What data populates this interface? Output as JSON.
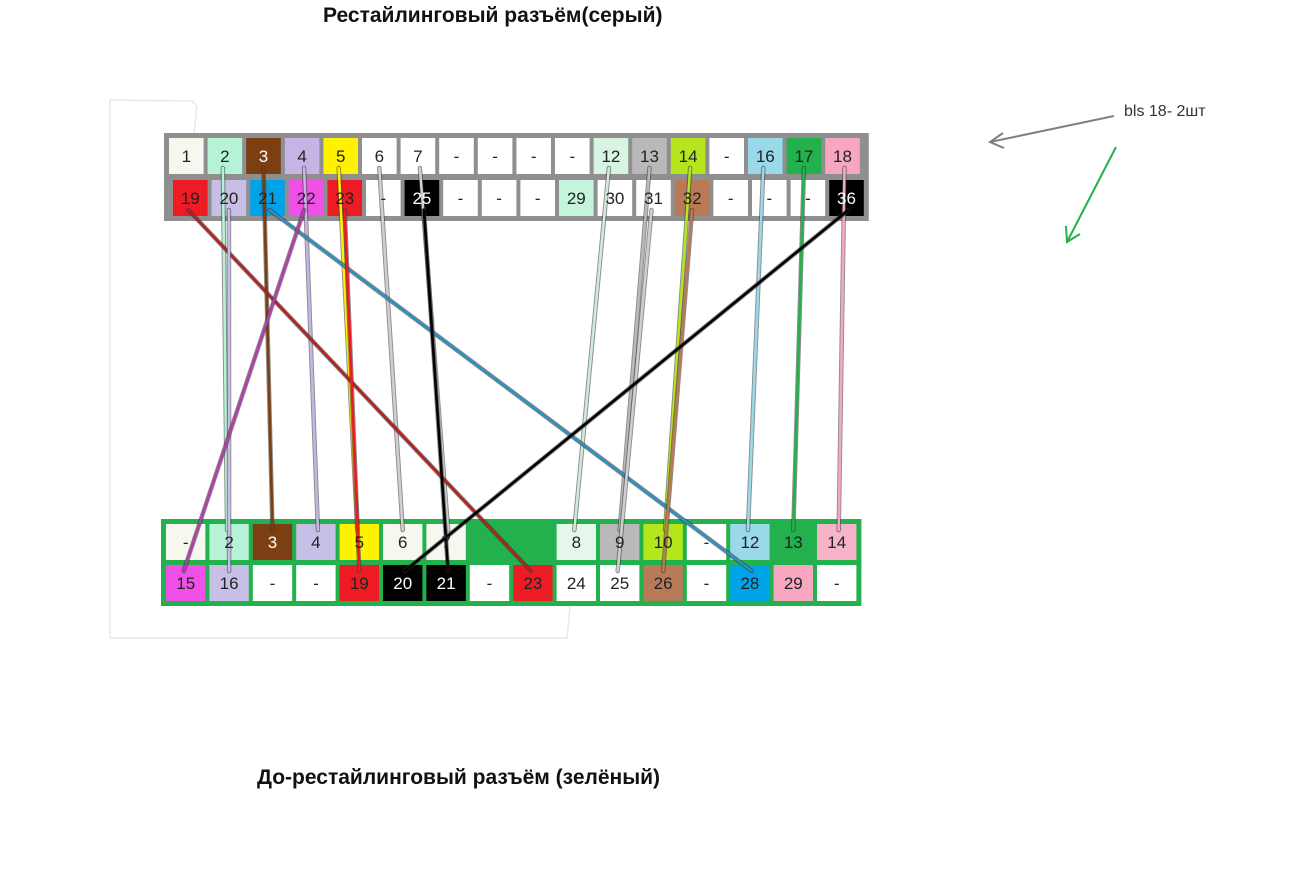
{
  "title_top": "Рестайлинговый разъём(серый)",
  "title_bottom": "До-рестайлинговый разъём (зелёный)",
  "note": "bls  18- 2шт",
  "colors": {
    "gray_frame": "#8f8f8f",
    "green_frame": "#22b14c",
    "note_arrow": "#7f7f7f",
    "green_arrow": "#22b14c"
  },
  "gray_connector": {
    "row1": [
      {
        "label": "1",
        "color": "#f7f7f0"
      },
      {
        "label": "2",
        "color": "#b5f2d6"
      },
      {
        "label": "3",
        "color": "#7b3f11"
      },
      {
        "label": "4",
        "color": "#c6b4e4"
      },
      {
        "label": "5",
        "color": "#fff200"
      },
      {
        "label": "6",
        "color": "#ffffff"
      },
      {
        "label": "7",
        "color": "#ffffff"
      },
      {
        "label": "-",
        "color": "#ffffff"
      },
      {
        "label": "-",
        "color": "#ffffff"
      },
      {
        "label": "-",
        "color": "#ffffff"
      },
      {
        "label": "-",
        "color": "#ffffff"
      },
      {
        "label": "12",
        "color": "#d8f5e3"
      },
      {
        "label": "13",
        "color": "#b9b9b9"
      },
      {
        "label": "14",
        "color": "#b5e61d"
      },
      {
        "label": "-",
        "color": "#ffffff"
      },
      {
        "label": "16",
        "color": "#99d9ea"
      },
      {
        "label": "17",
        "color": "#22b14c"
      },
      {
        "label": "18",
        "color": "#f7a8c0"
      }
    ],
    "row2": [
      {
        "label": "19",
        "color": "#ed1c24"
      },
      {
        "label": "20",
        "color": "#c8bfe7"
      },
      {
        "label": "21",
        "color": "#00a2e8"
      },
      {
        "label": "22",
        "color": "#f04fe8"
      },
      {
        "label": "23",
        "color": "#ed1c24"
      },
      {
        "label": "-",
        "color": "#ffffff"
      },
      {
        "label": "25",
        "color": "#000000"
      },
      {
        "label": "-",
        "color": "#ffffff"
      },
      {
        "label": "-",
        "color": "#ffffff"
      },
      {
        "label": "-",
        "color": "#ffffff"
      },
      {
        "label": "29",
        "color": "#c4f5dc"
      },
      {
        "label": "30",
        "color": "#ffffff"
      },
      {
        "label": "31",
        "color": "#ffffff"
      },
      {
        "label": "32",
        "color": "#b97a57"
      },
      {
        "label": "-",
        "color": "#ffffff"
      },
      {
        "label": "-",
        "color": "#ffffff"
      },
      {
        "label": "-",
        "color": "#ffffff"
      },
      {
        "label": "36",
        "color": "#000000"
      }
    ]
  },
  "green_connector": {
    "row1": [
      {
        "label": "-",
        "color": "#f7f7f0"
      },
      {
        "label": "2",
        "color": "#b5f2d6"
      },
      {
        "label": "3",
        "color": "#7b3f11"
      },
      {
        "label": "4",
        "color": "#c8bfe7"
      },
      {
        "label": "5",
        "color": "#fff200"
      },
      {
        "label": "6",
        "color": "#f7f7f0"
      },
      {
        "label": "7",
        "color": "#f7f7f0"
      },
      {
        "label": "",
        "color": "#22b14c"
      },
      {
        "label": "",
        "color": "#22b14c"
      },
      {
        "label": "8",
        "color": "#e4f7ea"
      },
      {
        "label": "9",
        "color": "#b9b9b9"
      },
      {
        "label": "10",
        "color": "#b5e61d"
      },
      {
        "label": "-",
        "color": "#ffffff"
      },
      {
        "label": "12",
        "color": "#99d9ea"
      },
      {
        "label": "13",
        "color": "#22b14c"
      },
      {
        "label": "14",
        "color": "#f7b4c8"
      }
    ],
    "row2": [
      {
        "label": "15",
        "color": "#f04fe8"
      },
      {
        "label": "16",
        "color": "#c8bfe7"
      },
      {
        "label": "-",
        "color": "#ffffff"
      },
      {
        "label": "-",
        "color": "#ffffff"
      },
      {
        "label": "19",
        "color": "#ed1c24"
      },
      {
        "label": "20",
        "color": "#000000"
      },
      {
        "label": "21",
        "color": "#000000"
      },
      {
        "label": "-",
        "color": "#ffffff"
      },
      {
        "label": "23",
        "color": "#ed1c24"
      },
      {
        "label": "24",
        "color": "#ffffff"
      },
      {
        "label": "25",
        "color": "#ffffff"
      },
      {
        "label": "26",
        "color": "#b97a57"
      },
      {
        "label": "-",
        "color": "#ffffff"
      },
      {
        "label": "28",
        "color": "#00a2e8"
      },
      {
        "label": "29",
        "color": "#f7a8c0"
      },
      {
        "label": "-",
        "color": "#ffffff"
      }
    ]
  },
  "wires": [
    {
      "from": "row1.1",
      "to": "row1.1",
      "color": "#b5f2d6"
    },
    {
      "from": "row1.2",
      "to": "row1.2",
      "color": "#7b3f11"
    },
    {
      "from": "row1.3",
      "to": "row1.3",
      "color": "#c6b4e4"
    },
    {
      "from": "row1.4",
      "to": "row1.4",
      "color": "#fff200"
    },
    {
      "from": "row1.5",
      "to": "row1.5",
      "color": "#cfcfcf"
    },
    {
      "from": "row1.6",
      "to": "row1.6",
      "color": "#cfcfcf"
    },
    {
      "from": "row1.11",
      "to": "row1.9",
      "color": "#d0ecd8"
    },
    {
      "from": "row1.12",
      "to": "row1.10",
      "color": "#b9b9b9"
    },
    {
      "from": "row1.13",
      "to": "row1.11",
      "color": "#b5e61d"
    },
    {
      "from": "row1.15",
      "to": "row1.13",
      "color": "#99d9ea"
    },
    {
      "from": "row1.16",
      "to": "row1.14",
      "color": "#22b14c"
    },
    {
      "from": "row1.17",
      "to": "row1.15",
      "color": "#f7a8c0"
    },
    {
      "from": "row2.0",
      "to": "row2.8",
      "color": "#b22222"
    },
    {
      "from": "row2.1",
      "to": "row2.1",
      "color": "#c8bfe7"
    },
    {
      "from": "row2.2",
      "to": "row2.13",
      "color": "#2f8fbf"
    },
    {
      "from": "row2.3",
      "to": "row2.0",
      "color": "#b040a8"
    },
    {
      "from": "row2.4",
      "to": "row2.4",
      "color": "#ed1c24"
    },
    {
      "from": "row2.6",
      "to": "row2.6",
      "color": "#000000"
    },
    {
      "from": "row2.12",
      "to": "row2.10",
      "color": "#cfcfcf"
    },
    {
      "from": "row2.13",
      "to": "row2.11",
      "color": "#b97a57"
    },
    {
      "from": "row2.17",
      "to": "row2.5",
      "color": "#000000"
    }
  ]
}
